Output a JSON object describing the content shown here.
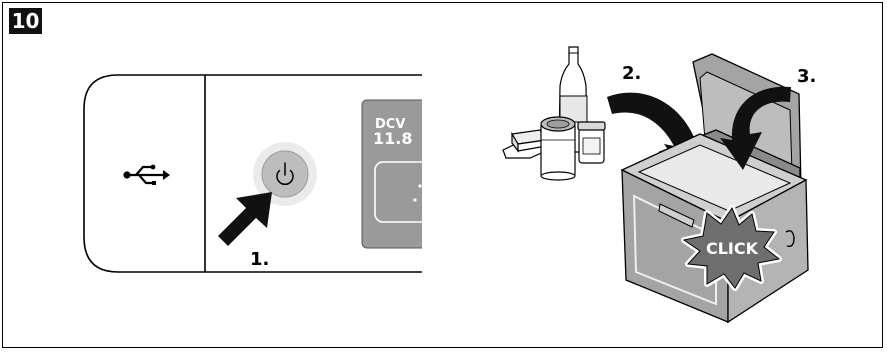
{
  "figure_number": "10",
  "panel": {
    "display_brand": "DCV",
    "display_value": "11.8"
  },
  "steps": {
    "step1": "1.",
    "step2": "2.",
    "step3": "3."
  },
  "click_text": "CLICK",
  "colors": {
    "panel_gray": "#9a9a9a",
    "cooler_gray": "#a4a4a4",
    "arrow": "#111111",
    "burst": "#6e6e6e"
  }
}
